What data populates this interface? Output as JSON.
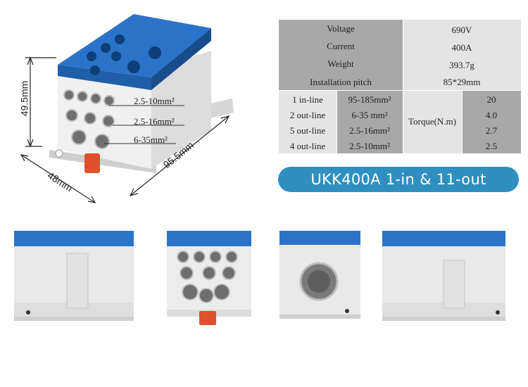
{
  "spec_table": {
    "top_rows": [
      {
        "label": "Voltage",
        "value": "690V"
      },
      {
        "label": "Current",
        "value": "400A"
      },
      {
        "label": "Weight",
        "value": "393.7g"
      },
      {
        "label": "Installation pitch",
        "value": "85*29mm"
      }
    ],
    "line_rows": [
      {
        "label": "1 in-line",
        "size": "95-185mm²",
        "torque": "20"
      },
      {
        "label": "2 out-line",
        "size": "6-35   mm²",
        "torque": "4.0"
      },
      {
        "label": "5 out-line",
        "size": "2.5-16mm²",
        "torque": "2.7"
      },
      {
        "label": "4 out-line",
        "size": "2.5-10mm²",
        "torque": "2.5"
      }
    ],
    "torque_label": "Torque(N.m)"
  },
  "banner": "UKK400A 1-in & 11-out",
  "dimensions": {
    "height": "49.5mm",
    "depth": "48mm",
    "length": "95.5mm"
  },
  "wire_labels": [
    "2.5-10mm²",
    "2.5-16mm²",
    "6-35mm²"
  ],
  "colors": {
    "cover_blue": "#2a73c9",
    "body_grey": "#e8e8e8",
    "latch_orange": "#e0502a",
    "banner_blue": "#2f8fc0"
  }
}
